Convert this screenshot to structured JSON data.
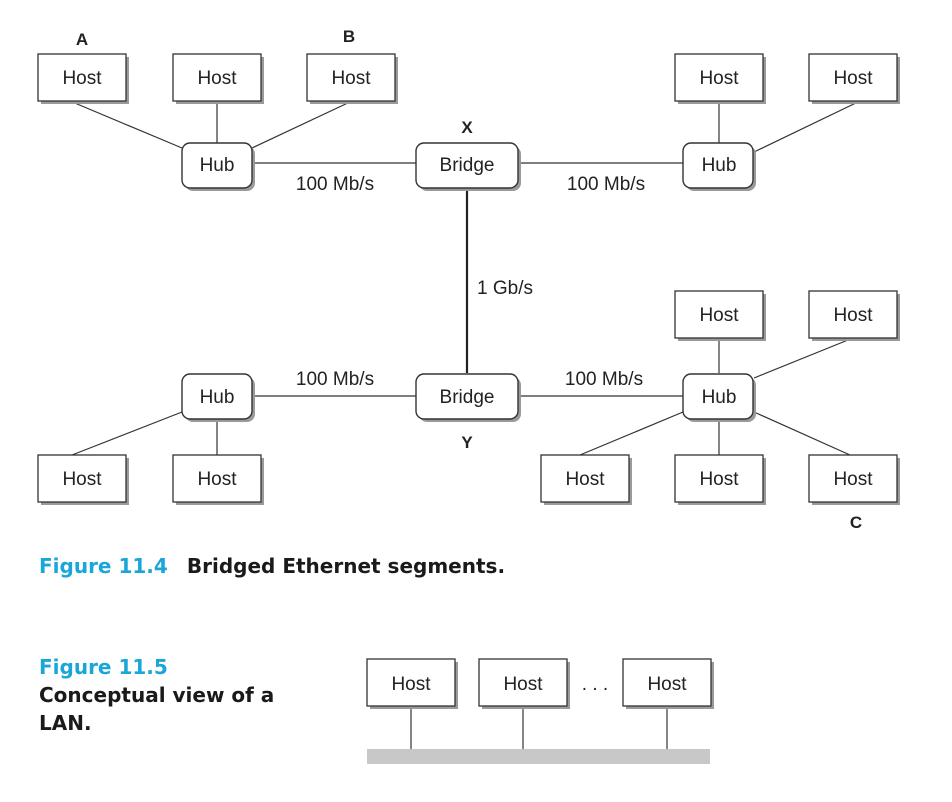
{
  "fig4": {
    "number": "Figure 11.4",
    "title": "Bridged Ethernet segments.",
    "host_label": "Host",
    "hub_label": "Hub",
    "bridge_label": "Bridge",
    "labels": {
      "A": "A",
      "B": "B",
      "C": "C",
      "X": "X",
      "Y": "Y"
    },
    "links": {
      "top_left": "100 Mb/s",
      "top_right": "100 Mb/s",
      "vertical": "1 Gb/s",
      "bottom_left": "100 Mb/s",
      "bottom_right": "100 Mb/s"
    }
  },
  "fig5": {
    "number": "Figure 11.5",
    "text_line1": "Conceptual view of a",
    "text_line2": "LAN.",
    "host_label": "Host",
    "ellipsis": ". . ."
  }
}
